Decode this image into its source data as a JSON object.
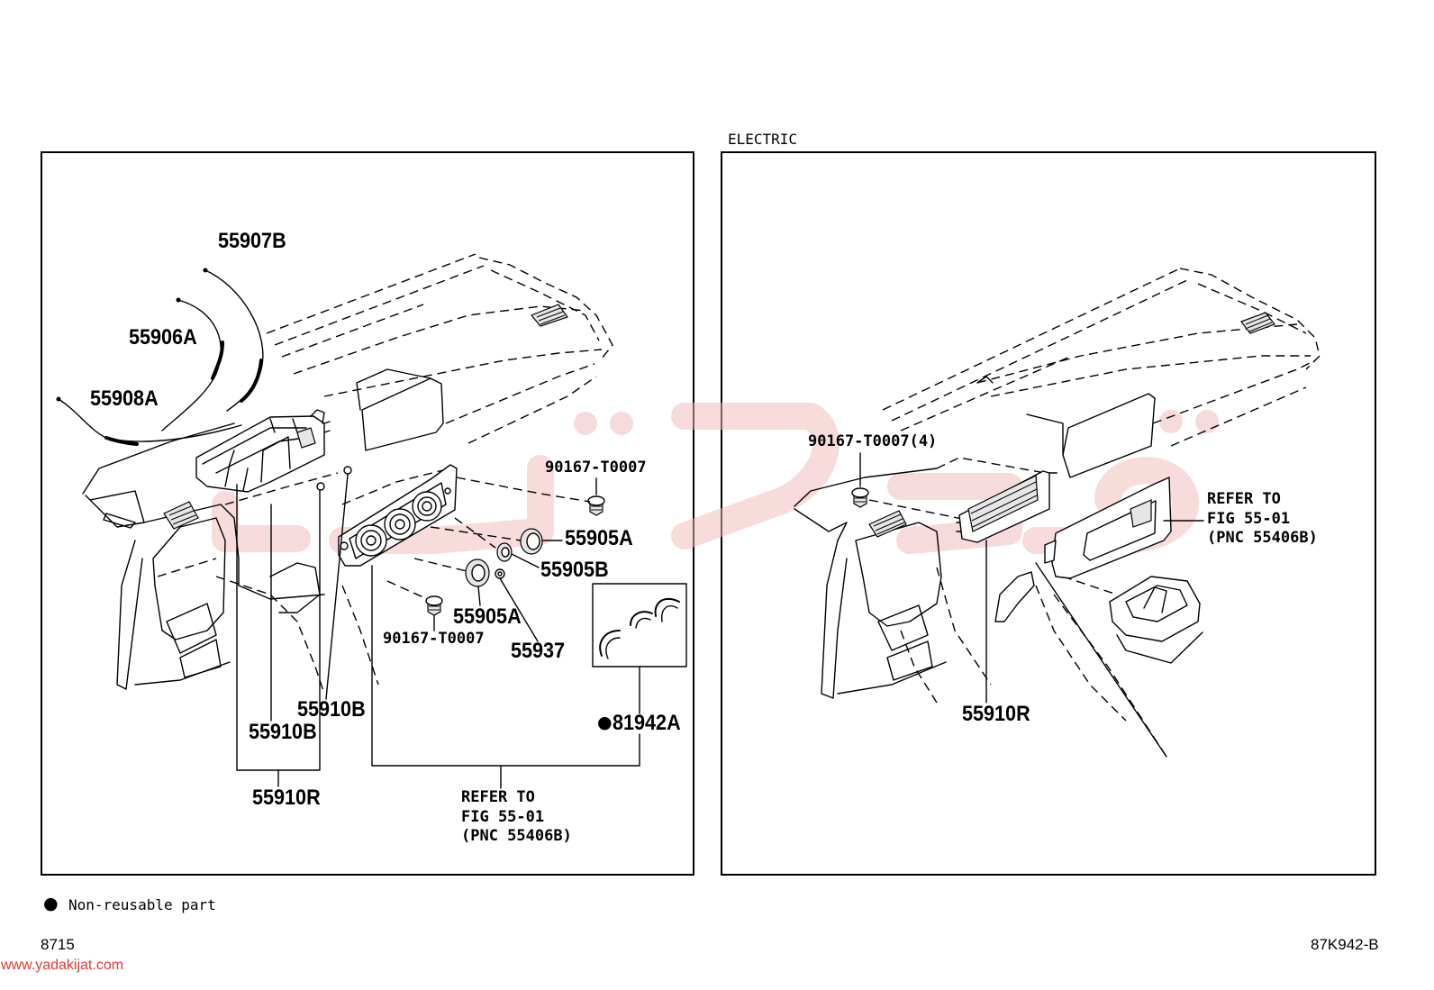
{
  "header": {
    "section_label": "ELECTRIC"
  },
  "left_diagram": {
    "callouts": {
      "cable_55907B": "55907B",
      "cable_55906A": "55906A",
      "cable_55908A": "55908A",
      "screw_upper": "90167-T0007",
      "knob_upper": "55905A",
      "knob_55905B": "55905B",
      "knob_lower": "55905A",
      "screw_lower": "90167-T0007",
      "knob_55937": "55937",
      "control_55910B_a": "55910B",
      "control_55910B_b": "55910B",
      "clip_81942A": "81942A",
      "control_assembly": "55910R"
    },
    "refer_note": [
      "REFER TO",
      "FIG 55-01",
      "(PNC 55406B)"
    ]
  },
  "right_diagram": {
    "callouts": {
      "screw": "90167-T0007(4)",
      "control_assembly": "55910R"
    },
    "refer_note": [
      "REFER TO",
      "FIG 55-01",
      "(PNC 55406B)"
    ]
  },
  "legend": {
    "marker": "●",
    "non_reusable_label": "Non-reusable part"
  },
  "footer": {
    "illustration_code": "8715",
    "figure_code": "87K942-B",
    "watermark_url": "www.yadakijat.com"
  },
  "colors": {
    "line": "#000000",
    "background": "#ffffff",
    "watermark": "#f1b7b8",
    "url_text": "#e03a2f"
  }
}
